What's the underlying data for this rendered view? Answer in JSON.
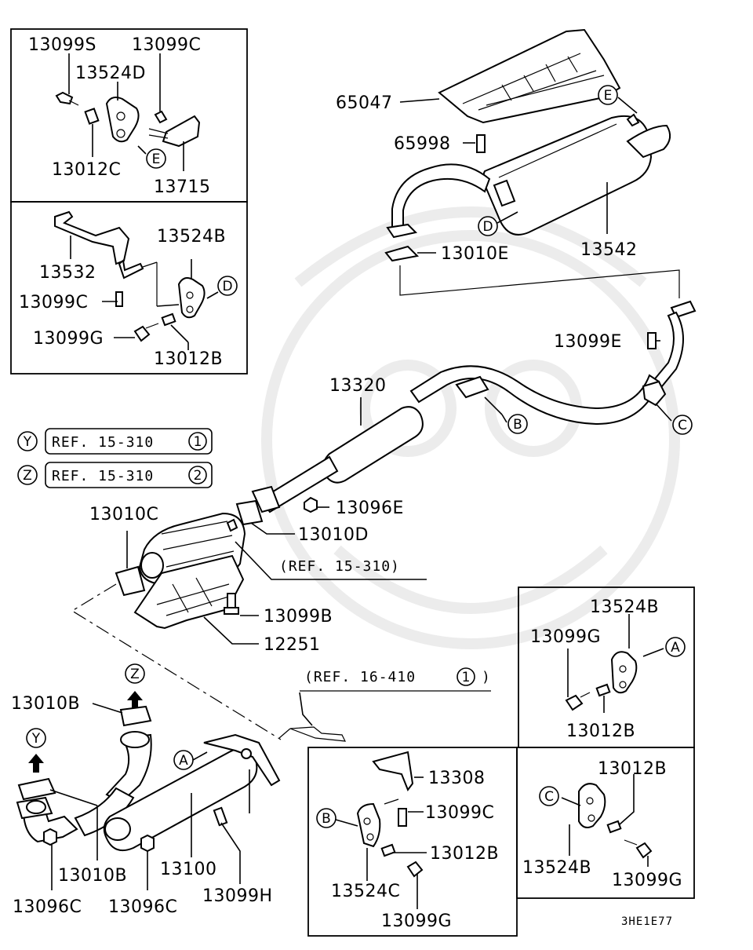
{
  "parts": {
    "p13099S": "13099S",
    "p13099C_top": "13099C",
    "p13524D": "13524D",
    "p13012C": "13012C",
    "p13715": "13715",
    "p13532": "13532",
    "p13524B_left": "13524B",
    "p13099C_left": "13099C",
    "p13099G_left": "13099G",
    "p13012B_left": "13012B",
    "p65047": "65047",
    "p65998": "65998",
    "p13542": "13542",
    "p13010E": "13010E",
    "p13099E": "13099E",
    "p13320": "13320",
    "p13096E": "13096E",
    "p13010D": "13010D",
    "p13010C": "13010C",
    "p13099B": "13099B",
    "p12251": "12251",
    "p13010B_top": "13010B",
    "p13010B_bottom": "13010B",
    "p13100": "13100",
    "p13099H": "13099H",
    "p13096C_a": "13096C",
    "p13096C_b": "13096C",
    "p13524B_right_a": "13524B",
    "p13099G_right_a": "13099G",
    "p13012B_right_a": "13012B",
    "p13308": "13308",
    "p13099C_bottom": "13099C",
    "p13012B_bottom": "13012B",
    "p13524C": "13524C",
    "p13099G_bottom": "13099G",
    "p13012B_right_b": "13012B",
    "p13524B_right_b": "13524B",
    "p13099G_right_b": "13099G"
  },
  "refs": {
    "y_ref": "REF. 15-310",
    "y_num": "1",
    "z_ref": "REF. 15-310",
    "z_num": "2",
    "cat_ref": "(REF. 15-310)",
    "ref16_prefix": "(REF. 16-410",
    "ref16_num": "1",
    "ref16_suffix": ")"
  },
  "markers": {
    "A": "A",
    "B": "B",
    "C": "C",
    "D": "D",
    "E": "E",
    "Y": "Y",
    "Z": "Z"
  },
  "diagram_code": "3HE1E77"
}
